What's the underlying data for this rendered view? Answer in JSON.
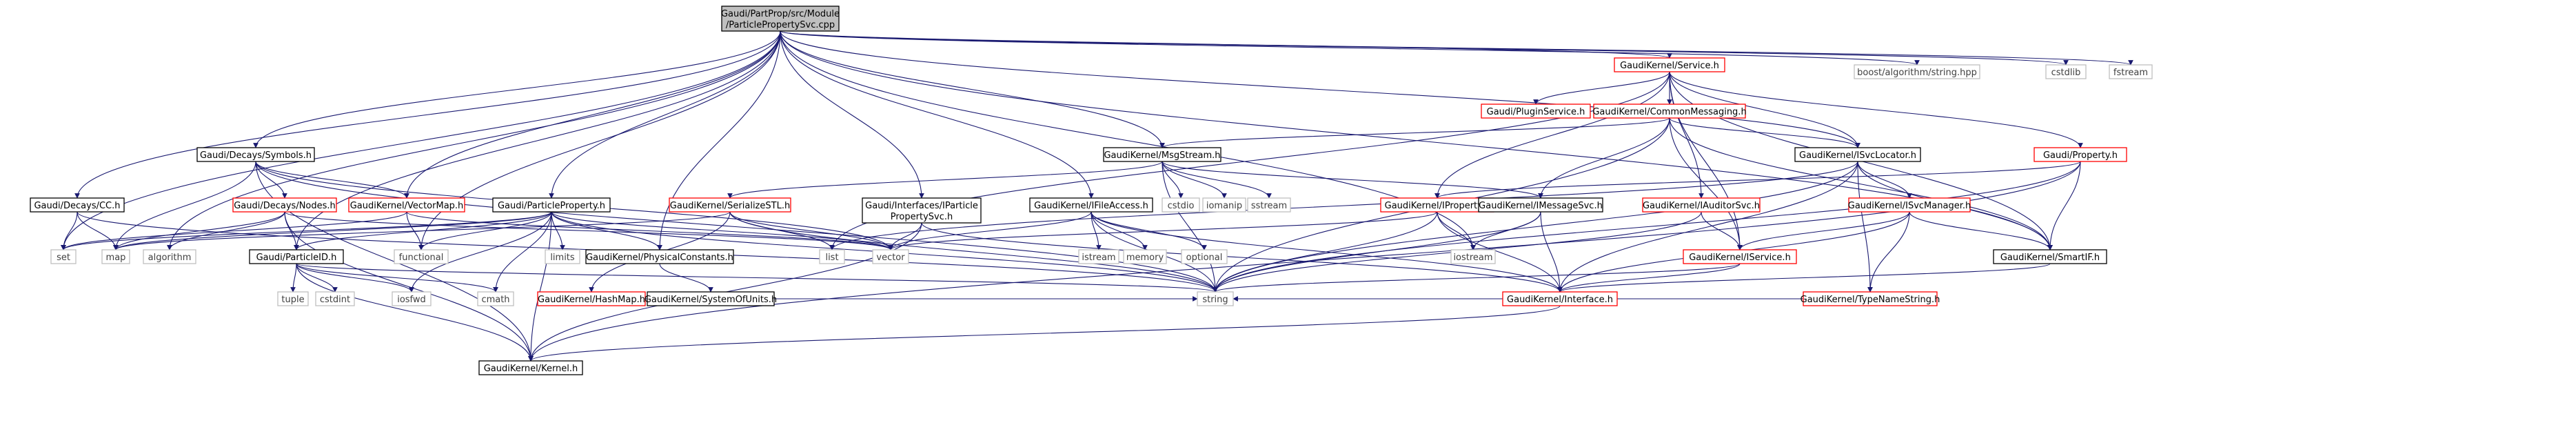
{
  "colors": {
    "edge": "#191970",
    "node_border_default": "#000000",
    "node_border_alt": "#ff0000",
    "node_border_leaf": "#bfbfbf",
    "root_fill": "#bfbfbf",
    "node_fill": "#ffffff",
    "leaf_text": "#3f3f3f"
  },
  "nodes": [
    {
      "id": "root",
      "lines": [
        "Gaudi/PartProp/src/Module",
        "/ParticlePropertySvc.cpp"
      ],
      "style": "root"
    },
    {
      "id": "service",
      "lines": [
        "GaudiKernel/Service.h"
      ],
      "style": "alt"
    },
    {
      "id": "algstring",
      "lines": [
        "boost/algorithm/string.hpp"
      ],
      "style": "leaf"
    },
    {
      "id": "cstdlib",
      "lines": [
        "cstdlib"
      ],
      "style": "leaf"
    },
    {
      "id": "fstream",
      "lines": [
        "fstream"
      ],
      "style": "leaf"
    },
    {
      "id": "pluginservice",
      "lines": [
        "Gaudi/PluginService.h"
      ],
      "style": "alt"
    },
    {
      "id": "commonmessaging",
      "lines": [
        "GaudiKernel/CommonMessaging.h"
      ],
      "style": "alt"
    },
    {
      "id": "property",
      "lines": [
        "Gaudi/Property.h"
      ],
      "style": "alt"
    },
    {
      "id": "symbols",
      "lines": [
        "Gaudi/Decays/Symbols.h"
      ],
      "style": "default"
    },
    {
      "id": "msgstream",
      "lines": [
        "GaudiKernel/MsgStream.h"
      ],
      "style": "default"
    },
    {
      "id": "svclocator",
      "lines": [
        "GaudiKernel/ISvcLocator.h"
      ],
      "style": "default"
    },
    {
      "id": "cc",
      "lines": [
        "Gaudi/Decays/CC.h"
      ],
      "style": "default"
    },
    {
      "id": "nodes",
      "lines": [
        "Gaudi/Decays/Nodes.h"
      ],
      "style": "alt"
    },
    {
      "id": "vectormap",
      "lines": [
        "GaudiKernel/VectorMap.h"
      ],
      "style": "alt"
    },
    {
      "id": "particleproperty",
      "lines": [
        "Gaudi/ParticleProperty.h"
      ],
      "style": "default"
    },
    {
      "id": "serializestl",
      "lines": [
        "GaudiKernel/SerializeSTL.h"
      ],
      "style": "alt"
    },
    {
      "id": "iparticlepropsvc",
      "lines": [
        "Gaudi/Interfaces/IParticle",
        "PropertySvc.h"
      ],
      "style": "default"
    },
    {
      "id": "ifileaccess",
      "lines": [
        "GaudiKernel/IFileAccess.h"
      ],
      "style": "default"
    },
    {
      "id": "cstdio",
      "lines": [
        "cstdio"
      ],
      "style": "leaf"
    },
    {
      "id": "iomanip",
      "lines": [
        "iomanip"
      ],
      "style": "leaf"
    },
    {
      "id": "sstream",
      "lines": [
        "sstream"
      ],
      "style": "leaf"
    },
    {
      "id": "iproperty",
      "lines": [
        "GaudiKernel/IProperty.h"
      ],
      "style": "alt"
    },
    {
      "id": "imessagesvc",
      "lines": [
        "GaudiKernel/IMessageSvc.h"
      ],
      "style": "default"
    },
    {
      "id": "iauditorsvc",
      "lines": [
        "GaudiKernel/IAuditorSvc.h"
      ],
      "style": "alt"
    },
    {
      "id": "isvcmanager",
      "lines": [
        "GaudiKernel/ISvcManager.h"
      ],
      "style": "alt"
    },
    {
      "id": "set",
      "lines": [
        "set"
      ],
      "style": "leaf"
    },
    {
      "id": "map",
      "lines": [
        "map"
      ],
      "style": "leaf"
    },
    {
      "id": "algorithm",
      "lines": [
        "algorithm"
      ],
      "style": "leaf"
    },
    {
      "id": "particleid",
      "lines": [
        "Gaudi/ParticleID.h"
      ],
      "style": "default"
    },
    {
      "id": "functional",
      "lines": [
        "functional"
      ],
      "style": "leaf"
    },
    {
      "id": "limits",
      "lines": [
        "limits"
      ],
      "style": "leaf"
    },
    {
      "id": "physconst",
      "lines": [
        "GaudiKernel/PhysicalConstants.h"
      ],
      "style": "default"
    },
    {
      "id": "list",
      "lines": [
        "list"
      ],
      "style": "leaf"
    },
    {
      "id": "vector",
      "lines": [
        "vector"
      ],
      "style": "leaf"
    },
    {
      "id": "istream",
      "lines": [
        "istream"
      ],
      "style": "leaf"
    },
    {
      "id": "memory",
      "lines": [
        "memory"
      ],
      "style": "leaf"
    },
    {
      "id": "optional",
      "lines": [
        "optional"
      ],
      "style": "leaf"
    },
    {
      "id": "iostream",
      "lines": [
        "iostream"
      ],
      "style": "leaf"
    },
    {
      "id": "iservice",
      "lines": [
        "GaudiKernel/IService.h"
      ],
      "style": "alt"
    },
    {
      "id": "typenamestring",
      "lines": [
        "GaudiKernel/TypeNameString.h"
      ],
      "style": "alt"
    },
    {
      "id": "smartif",
      "lines": [
        "GaudiKernel/SmartIF.h"
      ],
      "style": "default"
    },
    {
      "id": "tuple",
      "lines": [
        "tuple"
      ],
      "style": "leaf"
    },
    {
      "id": "cstdint",
      "lines": [
        "cstdint"
      ],
      "style": "leaf"
    },
    {
      "id": "iosfwd",
      "lines": [
        "iosfwd"
      ],
      "style": "leaf"
    },
    {
      "id": "cmath",
      "lines": [
        "cmath"
      ],
      "style": "leaf"
    },
    {
      "id": "hashmap",
      "lines": [
        "GaudiKernel/HashMap.h"
      ],
      "style": "alt"
    },
    {
      "id": "systemofunits",
      "lines": [
        "GaudiKernel/SystemOfUnits.h"
      ],
      "style": "default"
    },
    {
      "id": "string",
      "lines": [
        "string"
      ],
      "style": "leaf"
    },
    {
      "id": "interface",
      "lines": [
        "GaudiKernel/Interface.h"
      ],
      "style": "alt"
    },
    {
      "id": "kernel",
      "lines": [
        "GaudiKernel/Kernel.h"
      ],
      "style": "default"
    }
  ],
  "edges": [
    [
      "root",
      "service"
    ],
    [
      "root",
      "algstring"
    ],
    [
      "root",
      "cstdlib"
    ],
    [
      "root",
      "fstream"
    ],
    [
      "root",
      "symbols"
    ],
    [
      "root",
      "msgstream"
    ],
    [
      "root",
      "svclocator"
    ],
    [
      "root",
      "cc"
    ],
    [
      "root",
      "vectormap"
    ],
    [
      "root",
      "particleproperty"
    ],
    [
      "root",
      "iparticlepropsvc"
    ],
    [
      "root",
      "ifileaccess"
    ],
    [
      "root",
      "set"
    ],
    [
      "root",
      "algorithm"
    ],
    [
      "root",
      "particleid"
    ],
    [
      "root",
      "functional"
    ],
    [
      "root",
      "physconst"
    ],
    [
      "root",
      "iostream"
    ],
    [
      "root",
      "smartif"
    ],
    [
      "service",
      "pluginservice"
    ],
    [
      "service",
      "commonmessaging"
    ],
    [
      "service",
      "property"
    ],
    [
      "service",
      "svclocator"
    ],
    [
      "service",
      "iproperty"
    ],
    [
      "service",
      "iauditorsvc"
    ],
    [
      "service",
      "iservice"
    ],
    [
      "service",
      "smartif"
    ],
    [
      "service",
      "list"
    ],
    [
      "commonmessaging",
      "msgstream"
    ],
    [
      "commonmessaging",
      "imessagesvc"
    ],
    [
      "commonmessaging",
      "svclocator"
    ],
    [
      "commonmessaging",
      "iservice"
    ],
    [
      "commonmessaging",
      "smartif"
    ],
    [
      "commonmessaging",
      "string"
    ],
    [
      "property",
      "iproperty"
    ],
    [
      "property",
      "smartif"
    ],
    [
      "property",
      "string"
    ],
    [
      "property",
      "kernel"
    ],
    [
      "symbols",
      "nodes"
    ],
    [
      "symbols",
      "vectormap"
    ],
    [
      "symbols",
      "kernel"
    ],
    [
      "symbols",
      "map"
    ],
    [
      "symbols",
      "string"
    ],
    [
      "symbols",
      "vector"
    ],
    [
      "msgstream",
      "cstdio"
    ],
    [
      "msgstream",
      "iomanip"
    ],
    [
      "msgstream",
      "sstream"
    ],
    [
      "msgstream",
      "string"
    ],
    [
      "msgstream",
      "serializestl"
    ],
    [
      "msgstream",
      "imessagesvc"
    ],
    [
      "svclocator",
      "isvcmanager"
    ],
    [
      "svclocator",
      "typenamestring"
    ],
    [
      "svclocator",
      "smartif"
    ],
    [
      "svclocator",
      "interface"
    ],
    [
      "svclocator",
      "list"
    ],
    [
      "svclocator",
      "string"
    ],
    [
      "cc",
      "set"
    ],
    [
      "cc",
      "map"
    ],
    [
      "cc",
      "string"
    ],
    [
      "nodes",
      "particleid"
    ],
    [
      "nodes",
      "algorithm"
    ],
    [
      "nodes",
      "kernel"
    ],
    [
      "nodes",
      "vector"
    ],
    [
      "nodes",
      "map"
    ],
    [
      "vectormap",
      "functional"
    ],
    [
      "vectormap",
      "set"
    ],
    [
      "vectormap",
      "vector"
    ],
    [
      "particleproperty",
      "particleid"
    ],
    [
      "particleproperty",
      "physconst"
    ],
    [
      "particleproperty",
      "set"
    ],
    [
      "particleproperty",
      "functional"
    ],
    [
      "particleproperty",
      "limits"
    ],
    [
      "particleproperty",
      "iosfwd"
    ],
    [
      "particleproperty",
      "cmath"
    ],
    [
      "particleproperty",
      "kernel"
    ],
    [
      "particleproperty",
      "string"
    ],
    [
      "particleproperty",
      "vector"
    ],
    [
      "particleproperty",
      "map"
    ],
    [
      "serializestl",
      "hashmap"
    ],
    [
      "serializestl",
      "list"
    ],
    [
      "serializestl",
      "map"
    ],
    [
      "serializestl",
      "vector"
    ],
    [
      "serializestl",
      "string"
    ],
    [
      "iparticlepropsvc",
      "kernel"
    ],
    [
      "iparticlepropsvc",
      "vector"
    ],
    [
      "iparticlepropsvc",
      "interface"
    ],
    [
      "ifileaccess",
      "istream"
    ],
    [
      "ifileaccess",
      "memory"
    ],
    [
      "ifileaccess",
      "optional"
    ],
    [
      "ifileaccess",
      "string"
    ],
    [
      "ifileaccess",
      "vector"
    ],
    [
      "ifileaccess",
      "interface"
    ],
    [
      "iproperty",
      "string"
    ],
    [
      "iproperty",
      "interface"
    ],
    [
      "iproperty",
      "iostream"
    ],
    [
      "iproperty",
      "vector"
    ],
    [
      "imessagesvc",
      "iostream"
    ],
    [
      "imessagesvc",
      "string"
    ],
    [
      "imessagesvc",
      "interface"
    ],
    [
      "iauditorsvc",
      "iservice"
    ],
    [
      "iauditorsvc",
      "string"
    ],
    [
      "isvcmanager",
      "iservice"
    ],
    [
      "isvcmanager",
      "typenamestring"
    ],
    [
      "isvcmanager",
      "smartif"
    ],
    [
      "isvcmanager",
      "interface"
    ],
    [
      "particleid",
      "tuple"
    ],
    [
      "particleid",
      "cstdint"
    ],
    [
      "particleid",
      "iosfwd"
    ],
    [
      "particleid",
      "cmath"
    ],
    [
      "particleid",
      "kernel"
    ],
    [
      "particleid",
      "string"
    ],
    [
      "physconst",
      "systemofunits"
    ],
    [
      "iservice",
      "interface"
    ],
    [
      "iservice",
      "string"
    ],
    [
      "typenamestring",
      "string"
    ],
    [
      "smartif",
      "interface"
    ],
    [
      "interface",
      "kernel"
    ],
    [
      "hashmap",
      "string"
    ]
  ]
}
